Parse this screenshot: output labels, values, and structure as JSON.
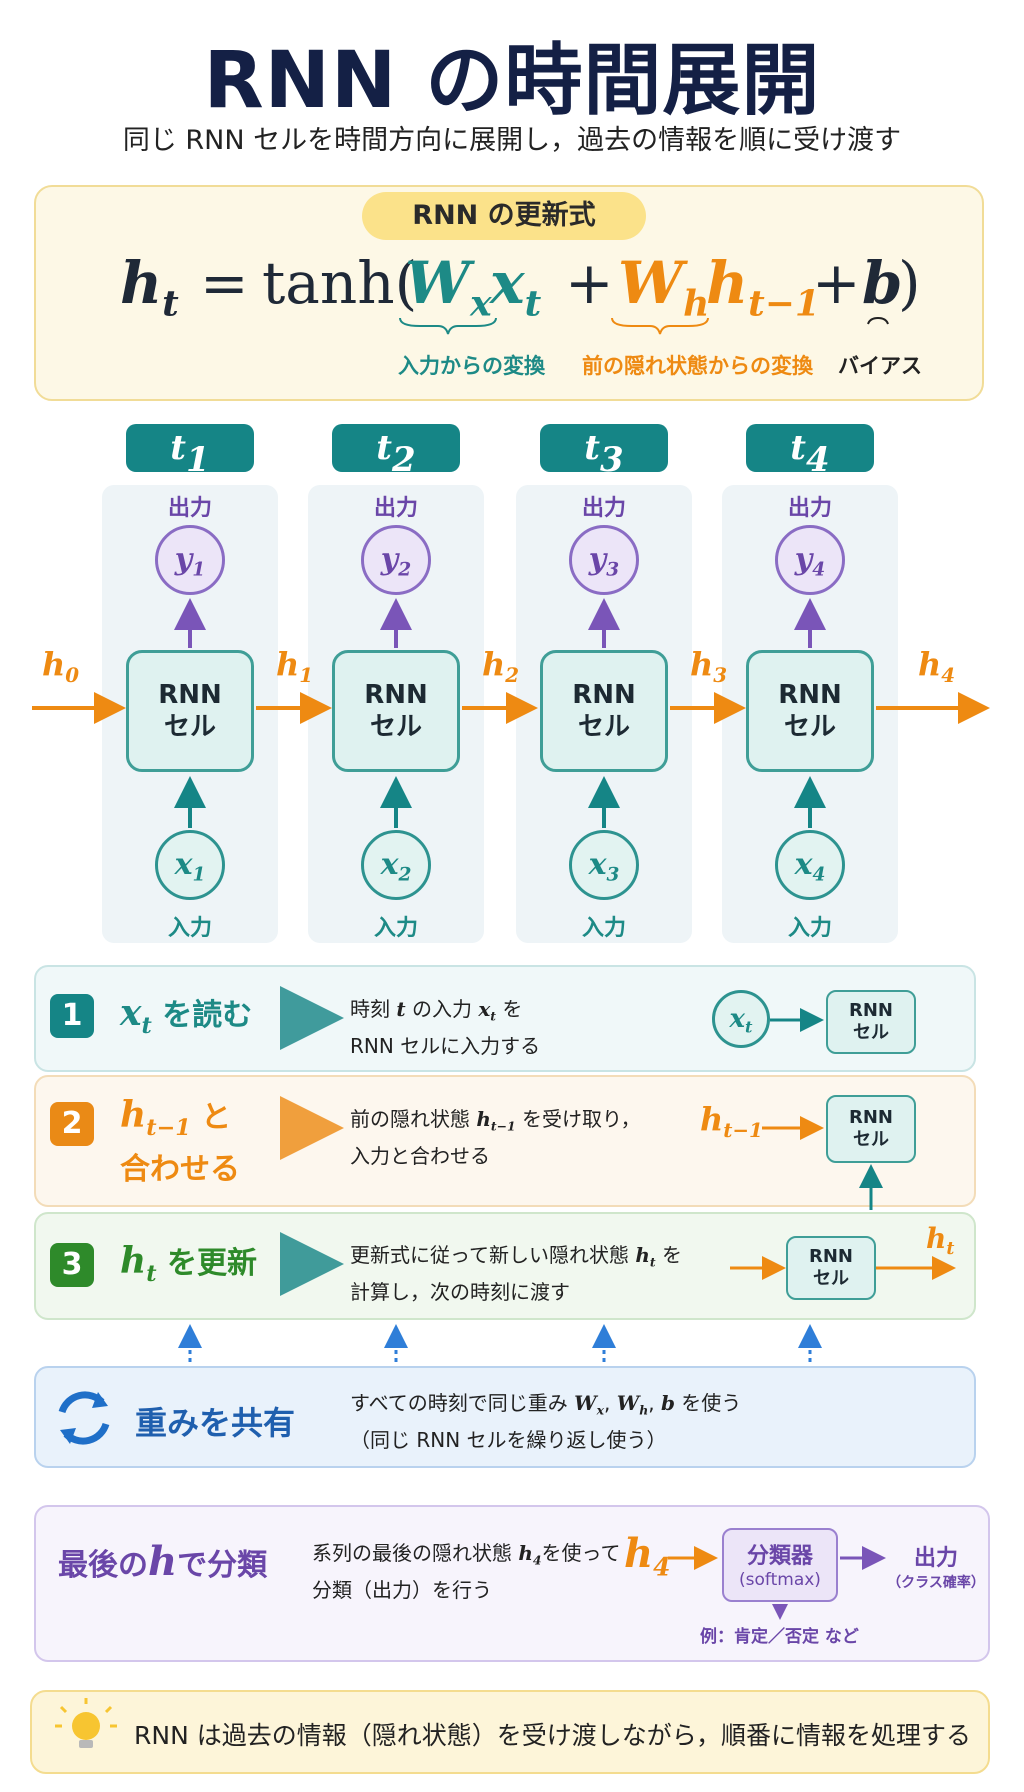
{
  "title": "RNN の時間展開",
  "subtitle": "同じ RNN セルを時間方向に展開し，過去の情報を順に受け渡す",
  "formula": {
    "pill": "RNN の更新式",
    "lhs_h": "h",
    "lhs_sub": "t",
    "eq": "=",
    "tanh": "tanh(",
    "wx": "W",
    "wx_sub": "x",
    "xt": "x",
    "xt_sub": "t",
    "plus1": "+",
    "wh": "W",
    "wh_sub": "h",
    "ht1": "h",
    "ht1_sub": "t−1",
    "plus2": "+",
    "b": "b",
    "close": ")",
    "note_input": "入力からの変換",
    "note_prev": "前の隠れ状態からの変換",
    "note_bias": "バイアス"
  },
  "timesteps": [
    {
      "t": "t",
      "sub": "1",
      "out_label": "出力",
      "y": "y",
      "in_label": "入力",
      "x": "x",
      "cell_line1": "RNN",
      "cell_line2": "セル"
    },
    {
      "t": "t",
      "sub": "2",
      "out_label": "出力",
      "y": "y",
      "in_label": "入力",
      "x": "x",
      "cell_line1": "RNN",
      "cell_line2": "セル"
    },
    {
      "t": "t",
      "sub": "3",
      "out_label": "出力",
      "y": "y",
      "in_label": "入力",
      "x": "x",
      "cell_line1": "RNN",
      "cell_line2": "セル"
    },
    {
      "t": "t",
      "sub": "4",
      "out_label": "出力",
      "y": "y",
      "in_label": "入力",
      "x": "x",
      "cell_line1": "RNN",
      "cell_line2": "セル"
    }
  ],
  "hidden_labels": [
    "h0",
    "h1",
    "h2",
    "h3",
    "h4"
  ],
  "hidden": {
    "h": "h",
    "subs": [
      "0",
      "1",
      "2",
      "3",
      "4"
    ]
  },
  "steps": [
    {
      "num": "1",
      "title_var": "x",
      "title_sub": "t",
      "title_rest": "を読む",
      "line1_a": "時刻 ",
      "line1_t": "t",
      "line1_b": " の入力 ",
      "line1_x": "x",
      "line1_xsub": "t",
      "line1_c": " を",
      "line2": "RNN セルに入力する",
      "diag_var": "x",
      "diag_sub": "t",
      "cell_line1": "RNN",
      "cell_line2": "セル"
    },
    {
      "num": "2",
      "title_var": "h",
      "title_sub": "t−1",
      "title_rest": "と",
      "title_line2": "合わせる",
      "line1_a": "前の隠れ状態 ",
      "line1_h": "h",
      "line1_hsub": "t−1",
      "line1_b": " を受け取り，",
      "line2": "入力と合わせる",
      "diag_var": "h",
      "diag_sub": "t−1",
      "cell_line1": "RNN",
      "cell_line2": "セル"
    },
    {
      "num": "3",
      "title_var": "h",
      "title_sub": "t",
      "title_rest": "を更新",
      "line1_a": "更新式に従って新しい隠れ状態 ",
      "line1_h": "h",
      "line1_hsub": "t",
      "line1_b": " を",
      "line2": "計算し，次の時刻に渡す",
      "diag_var": "h",
      "diag_sub": "t",
      "cell_line1": "RNN",
      "cell_line2": "セル"
    }
  ],
  "share": {
    "title": "重みを共有",
    "line1_a": "すべての時刻で同じ重み ",
    "w1": "W",
    "w1_sub": "x",
    "sep1": ", ",
    "w2": "W",
    "w2_sub": "h",
    "sep2": ", ",
    "b": "b",
    "line1_b": " を使う",
    "line2": "（同じ RNN セルを繰り返し使う）"
  },
  "classify": {
    "title_a": "最後の",
    "title_h": "h",
    "title_b": "で分類",
    "line1_a": "系列の最後の隠れ状態 ",
    "line1_h": "h",
    "line1_hsub": "4",
    "line1_b": "を使って",
    "line2": "分類（出力）を行う",
    "h": "h",
    "h_sub": "4",
    "box_line1": "分類器",
    "box_line2": "(softmax)",
    "out_line1": "出力",
    "out_line2": "（クラス確率）",
    "example": "例：肯定／否定 など"
  },
  "footer": "RNN は過去の情報（隠れ状態）を受け渡しながら，順番に情報を処理する",
  "colors": {
    "teal": "#158586",
    "orange": "#ee8a12",
    "purple": "#6a46a8",
    "green": "#2e8a2a",
    "blue": "#1f5fae"
  }
}
